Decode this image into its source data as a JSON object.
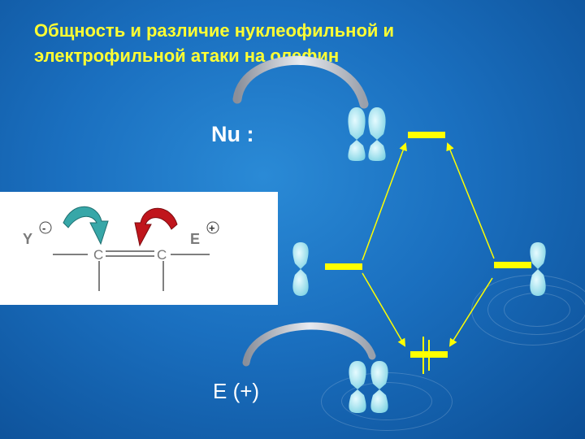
{
  "slide": {
    "title": "Общность и различие  нуклеофильной и электрофильной  атаки на олефин",
    "nucleophile_label": "Nu  :",
    "electrophile_label": "E (+)"
  },
  "scheme": {
    "nucleophile": "Y",
    "nucleophile_charge": "-",
    "electrophile": "E",
    "electrophile_charge": "+",
    "carbon_left": "C",
    "carbon_right": "C"
  },
  "colors": {
    "title": "#ffff33",
    "orbital_lobe": "#a8e8f2",
    "level_line": "#ffff00",
    "arrow_teal": "#37a7a8",
    "arrow_red": "#c0151c",
    "silver_arc": "#c8ccd6"
  }
}
